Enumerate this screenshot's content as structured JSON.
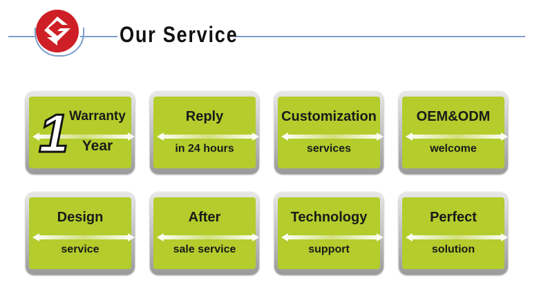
{
  "header": {
    "title": "Our Service"
  },
  "cards": [
    {
      "line1": "Warranty",
      "line2": "Year",
      "number": "1"
    },
    {
      "line1": "Reply",
      "line2": "in 24 hours"
    },
    {
      "line1": "Customization",
      "line2": "services"
    },
    {
      "line1": "OEM&ODM",
      "line2": "welcome"
    },
    {
      "line1": "Design",
      "line2": "service"
    },
    {
      "line1": "After",
      "line2": "sale service"
    },
    {
      "line1": "Technology",
      "line2": "support"
    },
    {
      "line1": "Perfect",
      "line2": "solution"
    }
  ],
  "colors": {
    "green": "#b4cc2c",
    "logo_red": "#cf1f26",
    "line_blue": "#7a9ccb"
  }
}
